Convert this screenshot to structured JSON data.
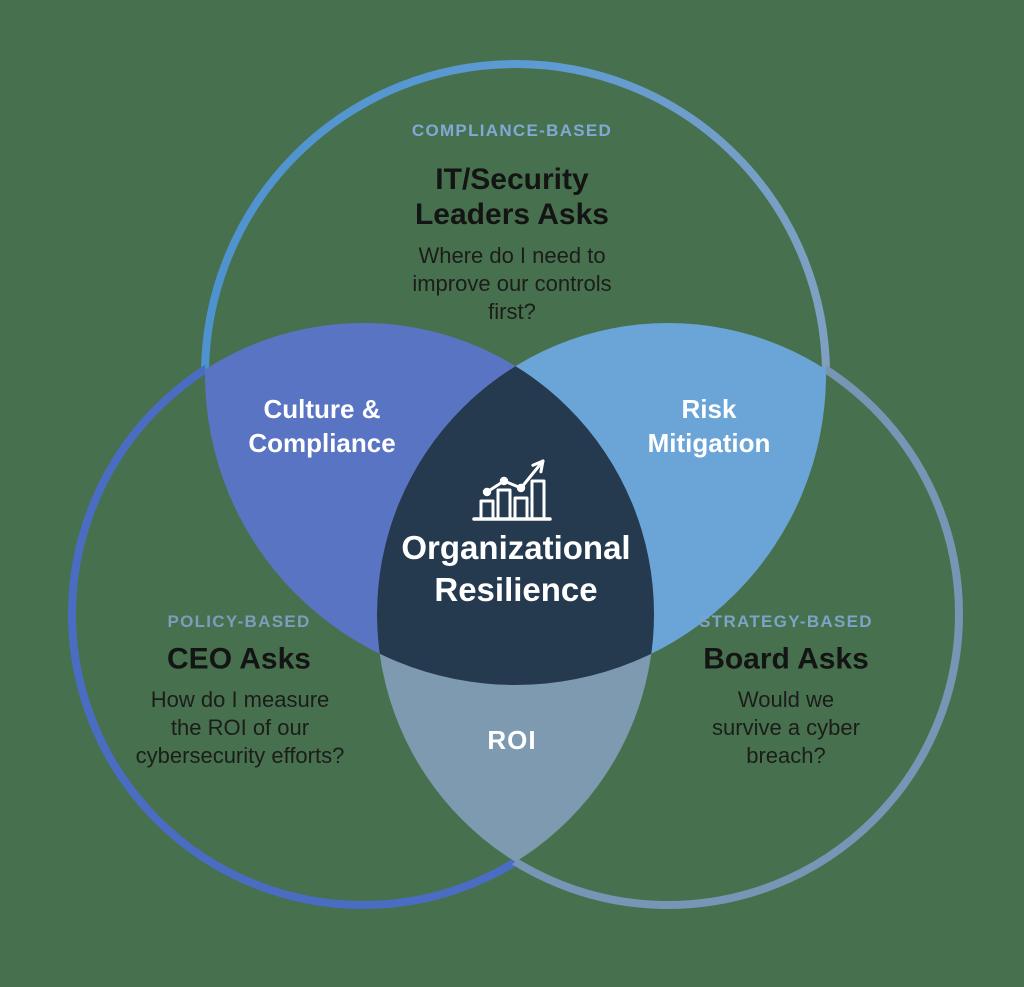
{
  "diagram": {
    "type": "venn-3-circles",
    "top": {
      "category": "COMPLIANCE-BASED",
      "heading": "IT/Security\nLeaders Asks",
      "question": "Where do I need to\nimprove our controls\nfirst?"
    },
    "left": {
      "category": "POLICY-BASED",
      "heading": "CEO Asks",
      "question": "How do I measure\nthe ROI of our\ncybersecurity efforts?"
    },
    "right": {
      "category": "STRATEGY-BASED",
      "heading": "Board Asks",
      "question": "Would we\nsurvive a cyber\nbreach?"
    },
    "overlap_top_left": "Culture &\nCompliance",
    "overlap_top_right": "Risk\nMitigation",
    "overlap_bottom": "ROI",
    "center": "Organizational\nResilience"
  },
  "icons": {
    "center": "bar-chart-trend-icon"
  },
  "colors": {
    "background": "#47714E",
    "top_circle_stroke_start": "#4E92CF",
    "top_circle_stroke_end": "#7FA0C2",
    "left_circle_stroke": "#4A6CC3",
    "right_circle_stroke": "#7796B6",
    "lens_top_left_fill": "#5A74C4",
    "lens_top_right_fill": "#6BA5D8",
    "lens_bottom_fill": "#7E9AB0",
    "center_fill": "#25394F",
    "category_top_color": "#80A9D6",
    "category_left_color": "#7F9CBD",
    "category_right_color": "#7CA4C8",
    "heading_text_color": "#141414",
    "question_text_color": "#1C1C1A",
    "overlap_text_color": "#FFFFFF"
  }
}
